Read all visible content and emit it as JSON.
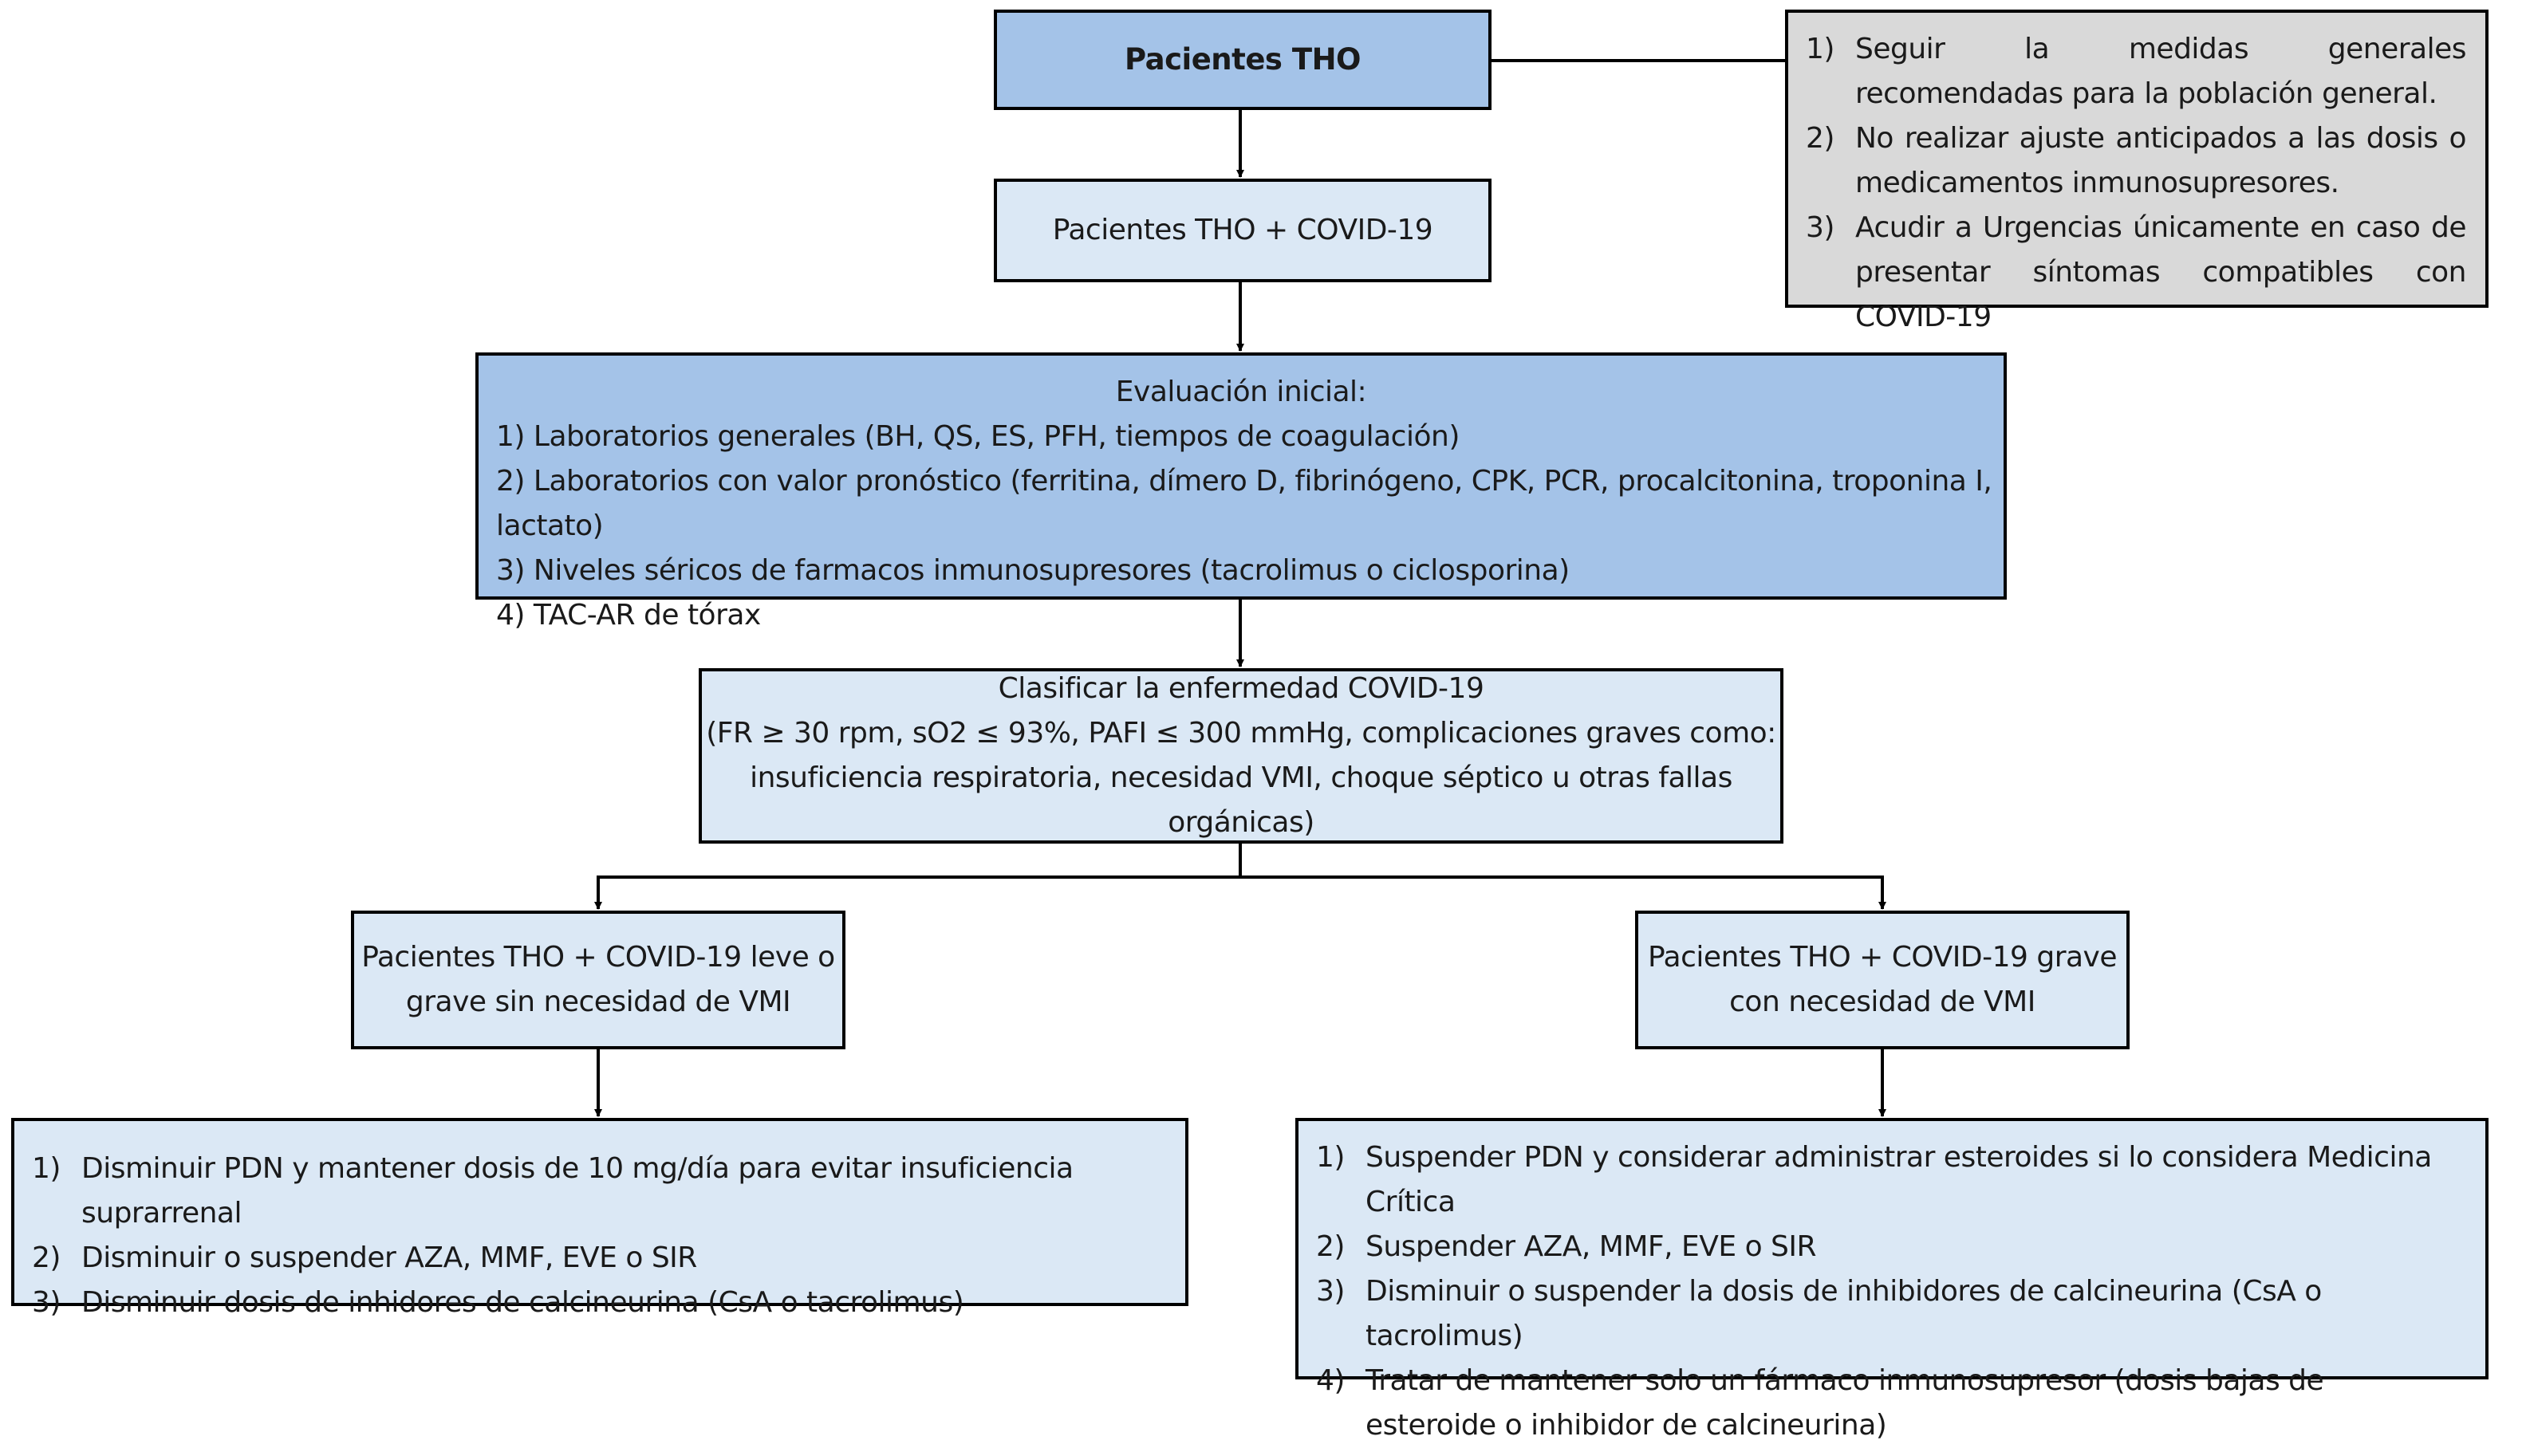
{
  "nodes": {
    "patients": "Pacientes THO",
    "general_measures": [
      "Seguir la medidas generales recomendadas para la población general.",
      "No realizar ajuste anticipados a las dosis o medicamentos inmunosupresores.",
      "Acudir a Urgencias únicamente en caso de presentar síntomas compatibles con COVID-19"
    ],
    "covid": "Pacientes THO + COVID-19",
    "evaluation": {
      "title": "Evaluación inicial:",
      "items": [
        "1) Laboratorios generales (BH, QS, ES, PFH, tiempos de coagulación)",
        "2) Laboratorios con valor pronóstico (ferritina, dímero D, fibrinógeno, CPK, PCR, procalcitonina, troponina I, lactato)",
        "3) Niveles séricos de farmacos inmunosupresores (tacrolimus o ciclosporina)",
        "4) TAC-AR de tórax"
      ]
    },
    "classify": {
      "title": "Clasificar la enfermedad COVID-19",
      "line1": "(FR ≥ 30 rpm, sO2 ≤ 93%, PAFI ≤ 300 mmHg, complicaciones graves como:",
      "line2": "insuficiencia respiratoria, necesidad VMI, choque séptico u otras fallas orgánicas)"
    },
    "mild": {
      "line1": "Pacientes THO + COVID-19 leve o",
      "line2": "grave sin necesidad de VMI"
    },
    "severe": {
      "line1": "Pacientes THO + COVID-19 grave",
      "line2": "con necesidad de VMI"
    },
    "mild_actions": [
      "Disminuir PDN y mantener dosis de 10 mg/día para evitar insuficiencia suprarrenal",
      "Disminuir o suspender AZA, MMF, EVE o SIR",
      "Disminuir dosis de inhidores de calcineurina (CsA o tacrolimus)"
    ],
    "severe_actions": [
      "Suspender PDN y considerar administrar esteroides si lo considera Medicina Crítica",
      "Suspender AZA, MMF, EVE o SIR",
      "Disminuir o suspender la dosis de inhibidores de calcineurina (CsA o tacrolimus)",
      "Tratar de mantener solo un fármaco inmunosupresor (dosis bajas de esteroide o inhibidor de calcineurina)"
    ]
  },
  "markers": [
    "1)",
    "2)",
    "3)",
    "4)"
  ]
}
